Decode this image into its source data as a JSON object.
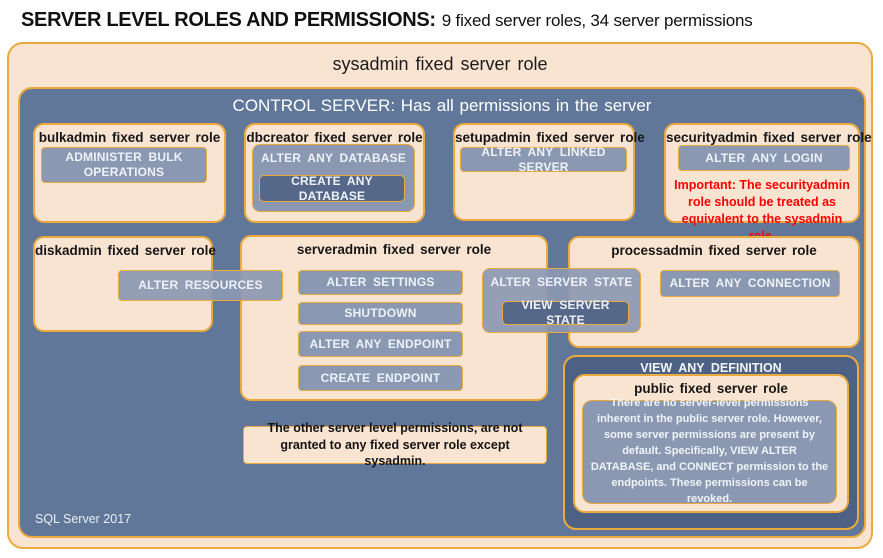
{
  "header": {
    "title": "SERVER LEVEL ROLES AND PERMISSIONS:",
    "subtitle": "9 fixed server roles, 34 server permissions"
  },
  "sysadmin": {
    "label": "sysadmin fixed server role"
  },
  "control_server": {
    "label": "CONTROL SERVER: Has all permissions in the server",
    "version_label": "SQL Server 2017"
  },
  "roles": {
    "bulkadmin": {
      "title": "bulkadmin fixed server role",
      "permissions": [
        "ADMINISTER BULK OPERATIONS"
      ]
    },
    "dbcreator": {
      "title": "dbcreator fixed server role",
      "parent_permission": "ALTER ANY DATABASE",
      "nested_permission": "CREATE ANY DATABASE"
    },
    "setupadmin": {
      "title": "setupadmin fixed server role",
      "permissions": [
        "ALTER ANY LINKED SERVER"
      ]
    },
    "securityadmin": {
      "title": "securityadmin fixed server role",
      "permissions": [
        "ALTER ANY LOGIN"
      ],
      "warning": "Important: The securityadmin role should be treated as equivalent to the sysadmin role."
    },
    "diskadmin": {
      "title": "diskadmin fixed server role",
      "permissions": [
        "ALTER RESOURCES"
      ]
    },
    "serveradmin": {
      "title": "serveradmin fixed server role",
      "permissions": [
        "ALTER SETTINGS",
        "SHUTDOWN",
        "ALTER ANY ENDPOINT",
        "CREATE ENDPOINT"
      ],
      "parent_permission": "ALTER SERVER STATE",
      "nested_permission": "VIEW SERVER STATE"
    },
    "processadmin": {
      "title": "processadmin fixed server role",
      "permissions": [
        "ALTER ANY CONNECTION"
      ]
    },
    "public": {
      "title": "public fixed server role",
      "description": "There are no server-level permissions inherent in the public server role. However, some server permissions are present by default. Specifically, VIEW ALTER DATABASE, and CONNECT permission to the endpoints. These permissions can be revoked."
    }
  },
  "view_any_definition": {
    "label": "VIEW ANY DEFINITION"
  },
  "note": {
    "text": "The other server level permissions, are not granted to any fixed server role except sysadmin."
  },
  "colors": {
    "peach": "#f9e3d1",
    "gold": "#edaa3c",
    "blue": "#60779a",
    "slate_light": "#8b98b2",
    "slate_dark": "#56688a",
    "navy": "#4d6184",
    "warning_red": "#fe0000"
  }
}
